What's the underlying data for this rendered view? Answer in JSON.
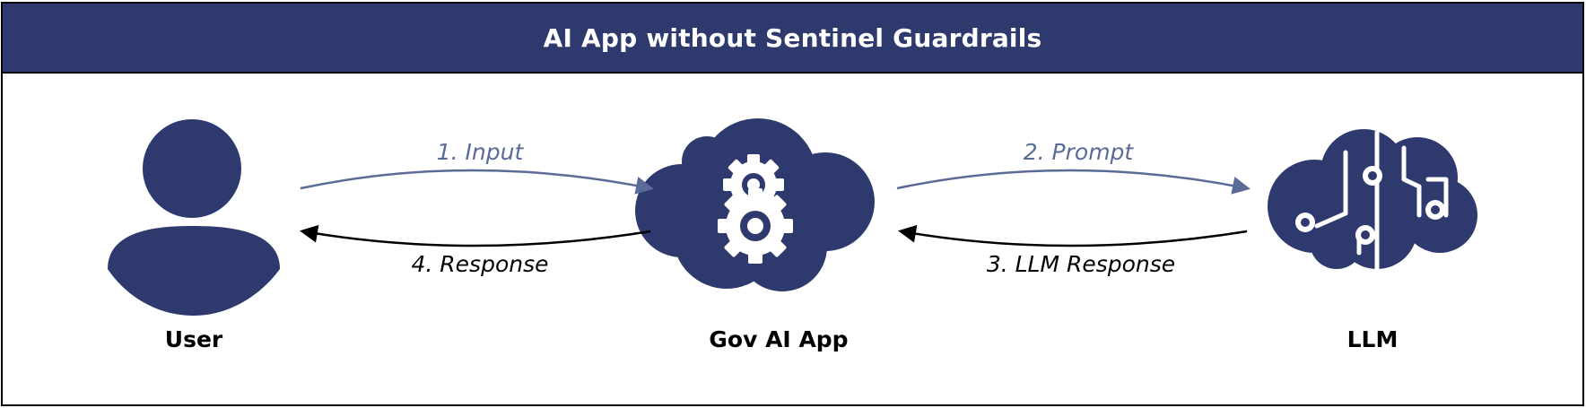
{
  "title": "AI App without Sentinel Guardrails",
  "colors": {
    "primary": "#2e3a6e",
    "request_arrow": "#5b6b98",
    "response_arrow": "#000000",
    "background": "#ffffff"
  },
  "nodes": [
    {
      "id": "user",
      "label": "User",
      "icon": "person-icon"
    },
    {
      "id": "app",
      "label": "Gov AI App",
      "icon": "cloud-gears-icon"
    },
    {
      "id": "llm",
      "label": "LLM",
      "icon": "circuit-brain-icon"
    }
  ],
  "edges": [
    {
      "from": "user",
      "to": "app",
      "label": "1. Input",
      "kind": "request"
    },
    {
      "from": "app",
      "to": "llm",
      "label": "2. Prompt",
      "kind": "request"
    },
    {
      "from": "llm",
      "to": "app",
      "label": "3. LLM Response",
      "kind": "response"
    },
    {
      "from": "app",
      "to": "user",
      "label": "4. Response",
      "kind": "response"
    }
  ]
}
